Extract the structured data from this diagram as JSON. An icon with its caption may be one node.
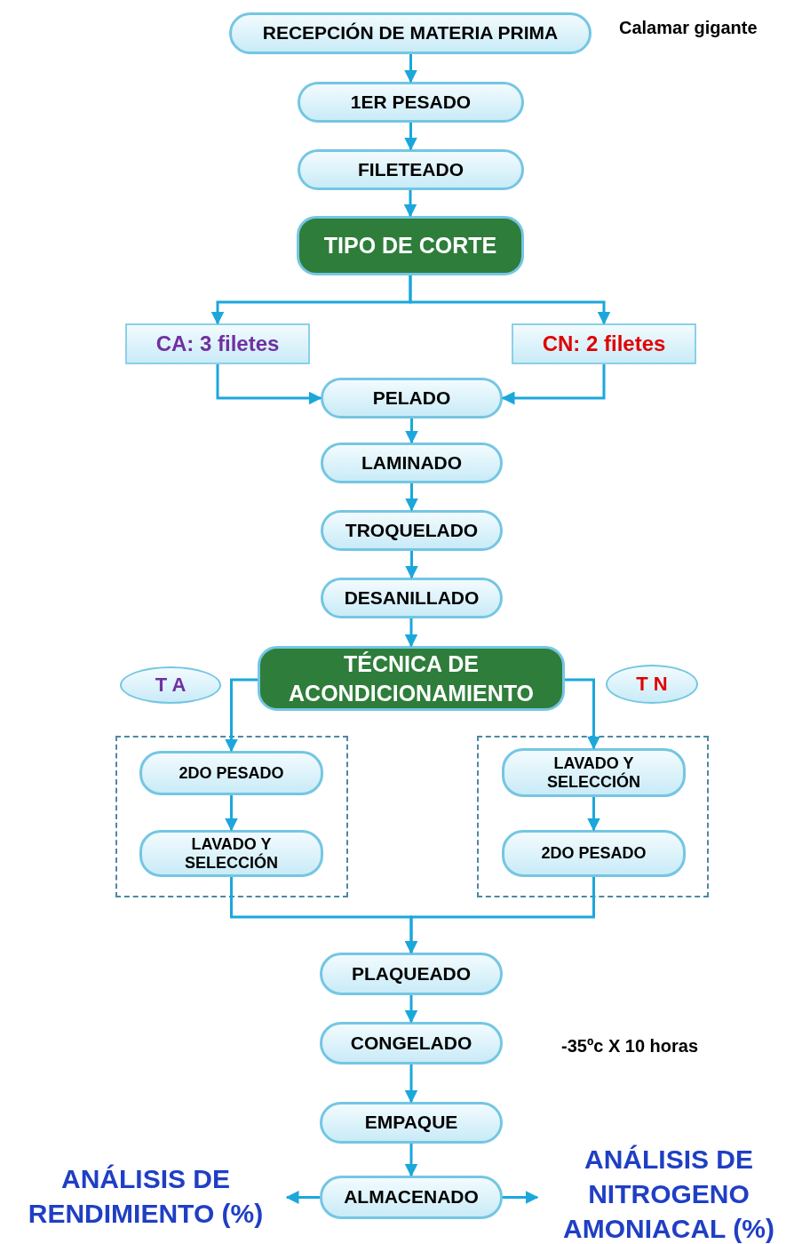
{
  "diagram": {
    "nodes": [
      {
        "text": [
          "RECEPCIÓN DE MATERIA PRIMA"
        ],
        "beside": [
          "Calamar gigante"
        ]
      },
      {
        "text": [
          "1ER PESADO"
        ]
      },
      {
        "text": [
          "FILETEADO"
        ]
      },
      {
        "text": [
          "TIPO DE CORTE"
        ]
      },
      {
        "text": [
          "CA: 3 filetes"
        ]
      },
      {
        "text": [
          "CN: 2 filetes"
        ]
      },
      {
        "text": [
          "PELADO"
        ]
      },
      {
        "text": [
          "LAMINADO"
        ]
      },
      {
        "text": [
          "TROQUELADO"
        ]
      },
      {
        "text": [
          "DESANILLADO"
        ]
      },
      {
        "text": [
          "TÉCNICA DE ACONDICIONAMIENTO"
        ]
      },
      {
        "text": [
          "T A"
        ]
      },
      {
        "text": [
          "T N"
        ]
      },
      {
        "text": [],
        "shape": "box"
      },
      {
        "text": [
          "2DO PESADO"
        ],
        "in": 13
      },
      {
        "text": [
          "LAVADO Y SELECCIÓN"
        ],
        "in": 13
      },
      {
        "text": [],
        "shape": "box"
      },
      {
        "text": [
          "LAVADO Y SELECCIÓN"
        ],
        "in": 16
      },
      {
        "text": [
          "2DO PESADO"
        ],
        "in": 16
      },
      {
        "text": [
          "PLAQUEADO"
        ]
      },
      {
        "text": [
          "CONGELADO"
        ],
        "beside": [
          "-35ºc X 10 horas"
        ]
      },
      {
        "text": [
          "EMPAQUE"
        ]
      },
      {
        "text": [
          "ALMACENADO"
        ]
      },
      {
        "text": [
          "ANÁLISIS DE RENDIMIENTO (%)"
        ]
      },
      {
        "text": [
          "ANÁLISIS DE NITROGENO AMONIACAL (%)"
        ]
      }
    ],
    "edges": [
      {
        "from": 0,
        "to": 1,
        "arrow": "to"
      },
      {
        "from": 1,
        "to": 2,
        "arrow": "to"
      },
      {
        "from": 2,
        "to": 3,
        "arrow": "to"
      },
      {
        "from": 3,
        "to": 4,
        "arrow": "to"
      },
      {
        "from": 3,
        "to": 5,
        "arrow": "to"
      },
      {
        "from": 4,
        "to": 6,
        "arrow": "to"
      },
      {
        "from": 5,
        "to": 6,
        "arrow": "to"
      },
      {
        "from": 6,
        "to": 7,
        "arrow": "to"
      },
      {
        "from": 7,
        "to": 8,
        "arrow": "to"
      },
      {
        "from": 8,
        "to": 9,
        "arrow": "to"
      },
      {
        "from": 9,
        "to": 10,
        "arrow": "to"
      },
      {
        "from": 10,
        "to": 14,
        "arrow": "to"
      },
      {
        "from": 10,
        "to": 17,
        "arrow": "to"
      },
      {
        "from": 14,
        "to": 15,
        "arrow": "to"
      },
      {
        "from": 17,
        "to": 18,
        "arrow": "to"
      },
      {
        "from": 15,
        "to": 19,
        "arrow": "to"
      },
      {
        "from": 18,
        "to": 19,
        "arrow": "to"
      },
      {
        "from": 19,
        "to": 20,
        "arrow": "to"
      },
      {
        "from": 20,
        "to": 21,
        "arrow": "to"
      },
      {
        "from": 21,
        "to": 22,
        "arrow": "to"
      },
      {
        "from": 22,
        "to": 23,
        "arrow": "to"
      },
      {
        "from": 22,
        "to": 24,
        "arrow": "to"
      }
    ]
  }
}
